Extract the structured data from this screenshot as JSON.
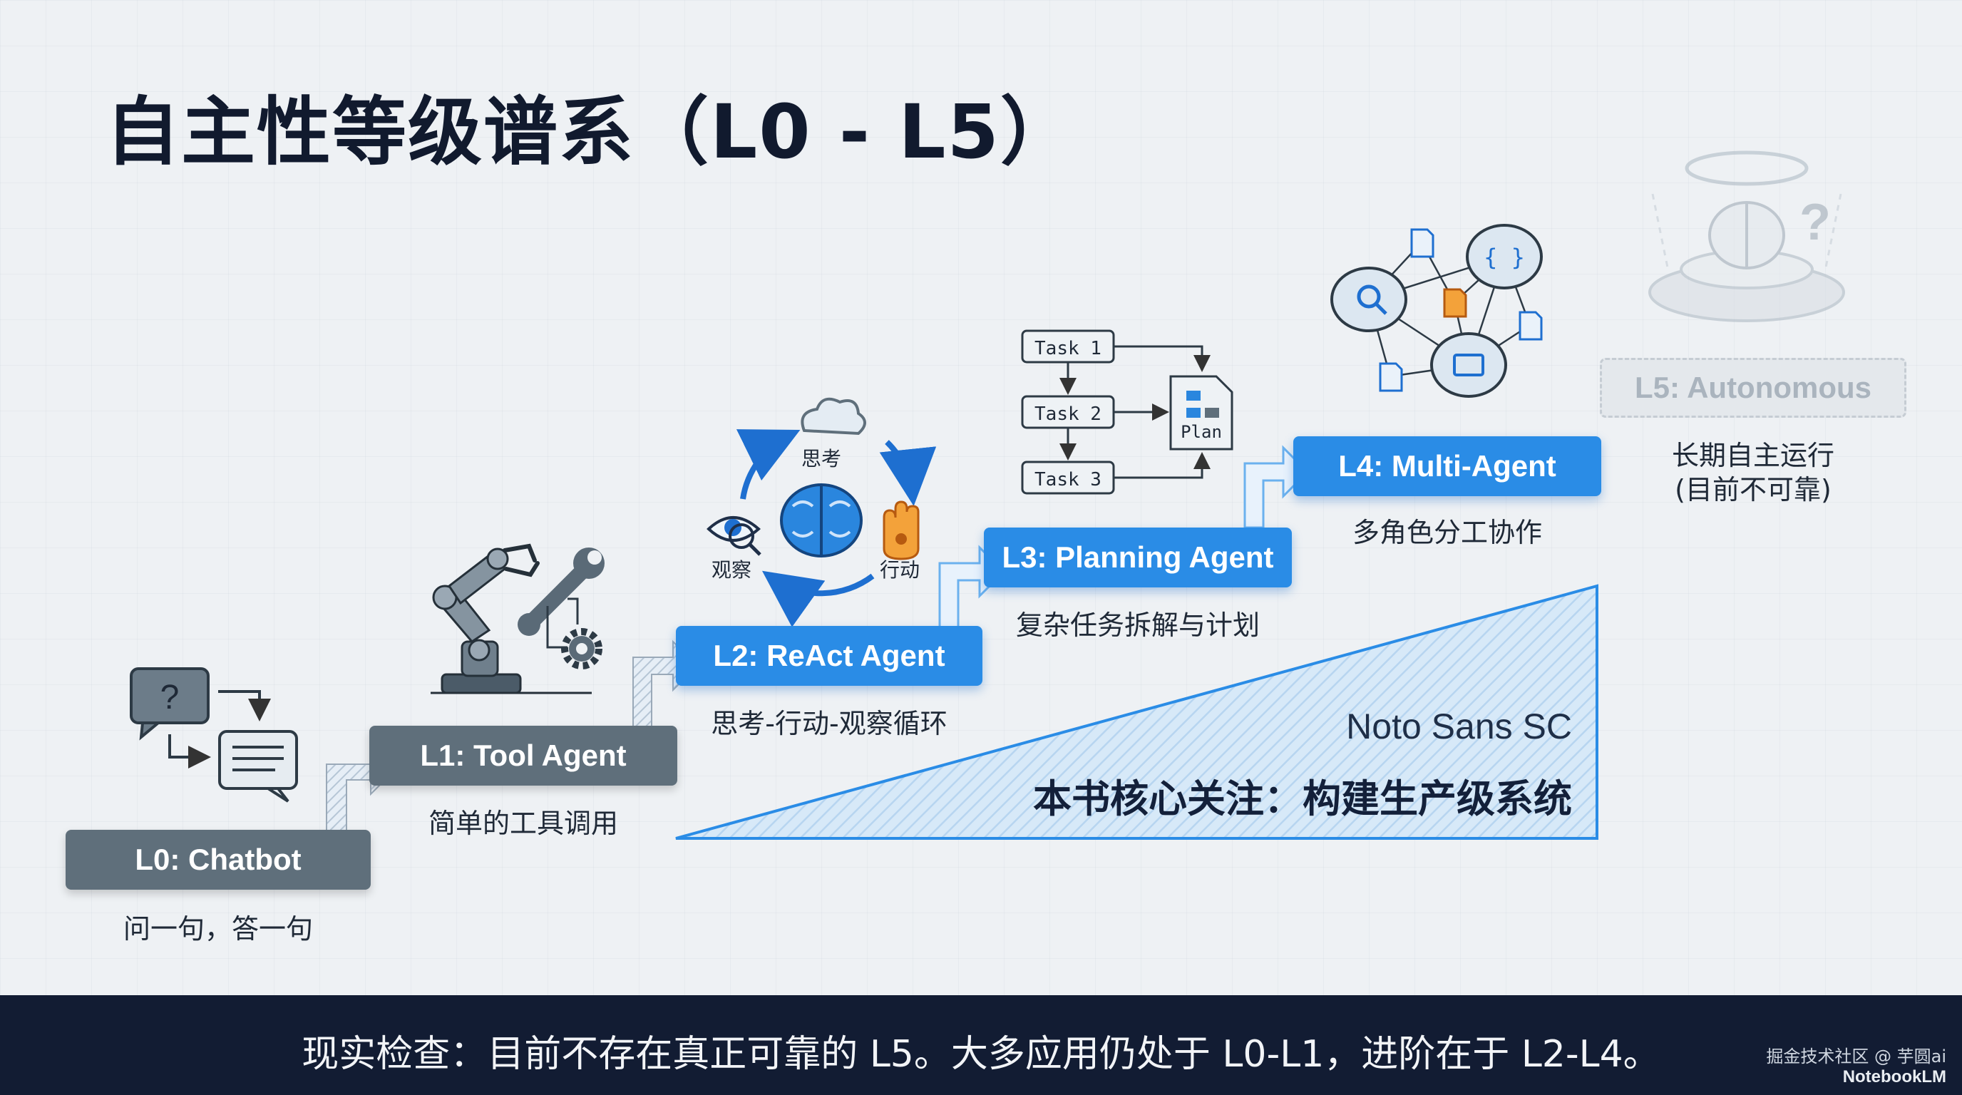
{
  "title": "自主性等级谱系（L0 - L5）",
  "levels": [
    {
      "label": "L0: Chatbot",
      "caption": "问一句，答一句"
    },
    {
      "label": "L1: Tool Agent",
      "caption": "简单的工具调用"
    },
    {
      "label": "L2: ReAct Agent",
      "caption": "思考-行动-观察循环"
    },
    {
      "label": "L3: Planning Agent",
      "caption": "复杂任务拆解与计划"
    },
    {
      "label": "L4: Multi-Agent",
      "caption": "多角色分工协作"
    },
    {
      "label": "L5: Autonomous",
      "caption_line1": "长期自主运行",
      "caption_line2": "(目前不可靠)"
    }
  ],
  "react_cycle": {
    "think": "思考",
    "act": "行动",
    "observe": "观察"
  },
  "plan": {
    "tasks": [
      "Task 1",
      "Task 2",
      "Task 3"
    ],
    "plan_label": "Plan"
  },
  "focus_box": {
    "font_note": "Noto Sans SC",
    "text": "本书核心关注：构建生产级系统"
  },
  "bottom_bar": {
    "text": "现实检查：目前不存在真正可靠的 L5。大多应用仍处于 L0-L1，进阶在于 L2-L4。"
  },
  "watermark": {
    "line1": "掘金技术社区 @ 芋圆ai",
    "line2": "NotebookLM"
  },
  "colors": {
    "gray_step": "#5f6f7b",
    "blue_step": "#2a8ce6",
    "dark_bar": "#121c33",
    "accent": "#2a8ce6"
  }
}
